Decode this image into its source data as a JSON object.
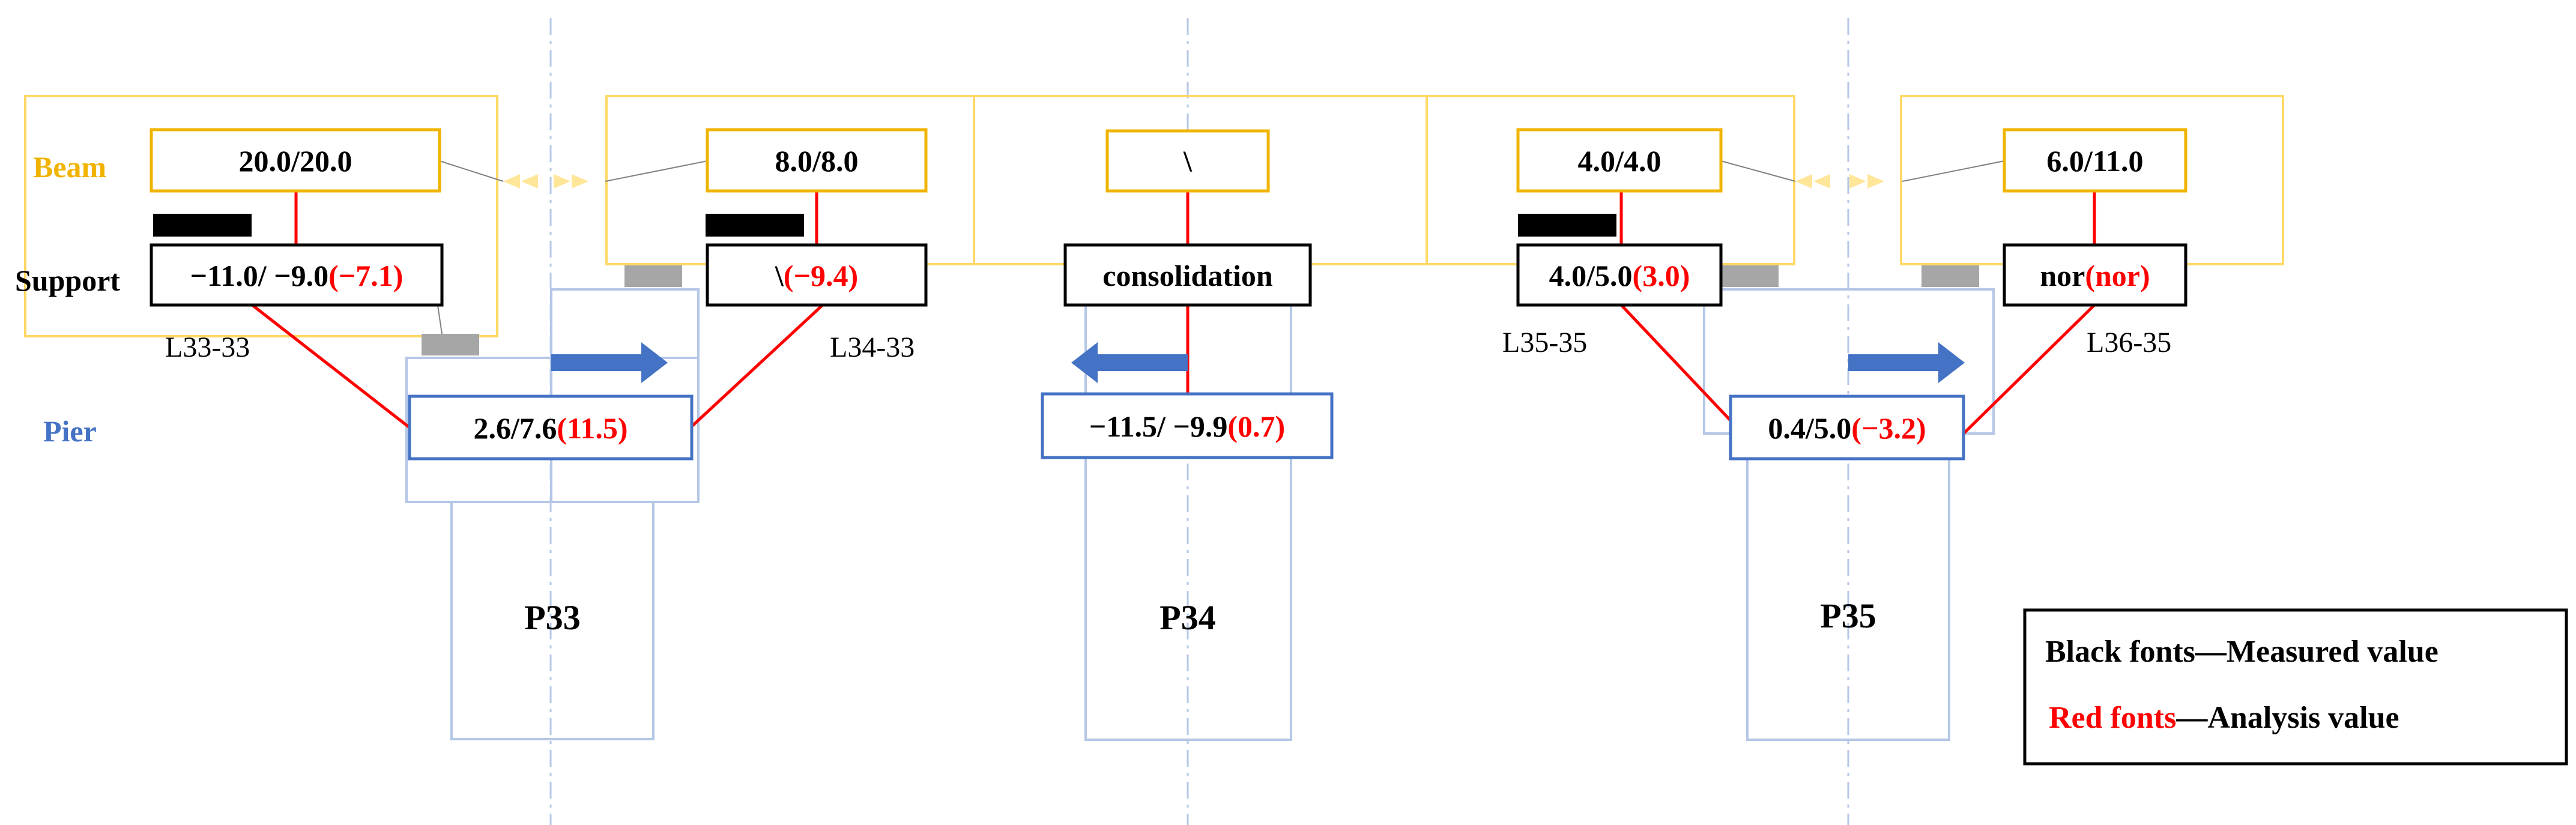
{
  "side_labels": {
    "beam": "Beam",
    "support": "Support",
    "pier": "Pier"
  },
  "colors": {
    "beam_outline": "#ffd966",
    "beam_box": "#f0b400",
    "pier_outline": "#b4c7e7",
    "pier_box": "#4472c4",
    "arrow": "#4472c4",
    "red_line": "#ff0000",
    "support_pad": "#a6a6a6"
  },
  "beams": {
    "b33": "20.0/20.0",
    "b34": "8.0/8.0",
    "bmid": "\\",
    "b35": "4.0/4.0",
    "b36": "6.0/11.0"
  },
  "supports": {
    "s33": {
      "black": "−11.0/ −9.0",
      "red": "(−7.1)"
    },
    "s34": {
      "black": "\\",
      "red": "(−9.4)"
    },
    "smid": {
      "black": "consolidation",
      "red": ""
    },
    "s35": {
      "black": "4.0/5.0",
      "red": "(3.0)"
    },
    "s36": {
      "black": "nor",
      "red": "(nor)"
    }
  },
  "pier_values": {
    "p33": {
      "black": "2.6/7.6",
      "red": "(11.5)"
    },
    "p34": {
      "black": "−11.5/ −9.9",
      "red": "(0.7)"
    },
    "p35": {
      "black": "0.4/5.0",
      "red": "(−3.2)"
    }
  },
  "span_labels": {
    "l33": "L33-33",
    "l34": "L34-33",
    "l35": "L35-35",
    "l36": "L36-35"
  },
  "pier_names": {
    "p33": "P33",
    "p34": "P34",
    "p35": "P35"
  },
  "legend": {
    "black_line": "Black fonts—Measured value",
    "red_part": "Red fonts",
    "red_rest": "—Analysis value"
  }
}
